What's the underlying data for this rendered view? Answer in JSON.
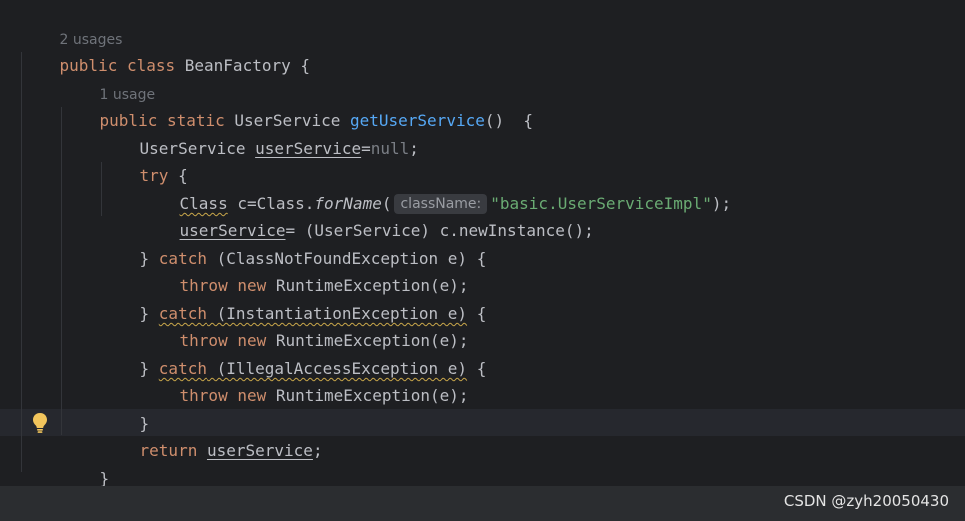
{
  "hints": {
    "usages_class": "2 usages",
    "usages_method": "1 usage",
    "param_classname": "className:"
  },
  "code": {
    "l_class": {
      "kw": "public class ",
      "name": "BeanFactory",
      "rest": " {"
    },
    "l_method": {
      "kw": "public static ",
      "type": "UserService ",
      "fn": "getUserService",
      "rest": "()  {"
    },
    "l_decl": {
      "type": "UserService ",
      "var": "userService",
      "eq": "=",
      "null": "null",
      "semi": ";"
    },
    "l_try": {
      "kw": "try",
      "rest": " {"
    },
    "l_forname": {
      "cls": "Class",
      "mid": " c=Class.",
      "method": "forName",
      "paren": "(",
      "str": "\"basic.UserServiceImpl\"",
      "end": ");"
    },
    "l_assign": {
      "var": "userService",
      "rest": "= (UserService) c.newInstance();"
    },
    "l_catch1": {
      "brace": "} ",
      "kw": "catch",
      "rest": " (ClassNotFoundException e) {"
    },
    "l_throw1": {
      "kw": "throw new ",
      "rest": "RuntimeException(e);"
    },
    "l_catch2": {
      "brace": "} ",
      "kw": "catch",
      "wavy": " (InstantiationException e)",
      "rest": " {"
    },
    "l_throw2": {
      "kw": "throw new ",
      "rest": "RuntimeException(e);"
    },
    "l_catch3": {
      "brace": "} ",
      "kw": "catch",
      "wavy": " (IllegalAccessException e)",
      "rest": " {"
    },
    "l_throw3": {
      "kw": "throw new ",
      "rest": "RuntimeException(e);"
    },
    "l_close_try": {
      "rest": "}"
    },
    "l_return": {
      "kw": "return ",
      "var": "userService",
      "semi": ";"
    },
    "l_close_method": {
      "rest": "}"
    },
    "l_close_class": {
      "rest": "}"
    }
  },
  "watermark": {
    "text": "CSDN @zyh20050430"
  },
  "icons": {
    "intention": "lightbulb-icon"
  },
  "colors": {
    "background": "#1e1f22",
    "keyword": "#cf8e6d",
    "function": "#56a8f5",
    "string": "#6aab73",
    "text": "#bcbec4"
  }
}
